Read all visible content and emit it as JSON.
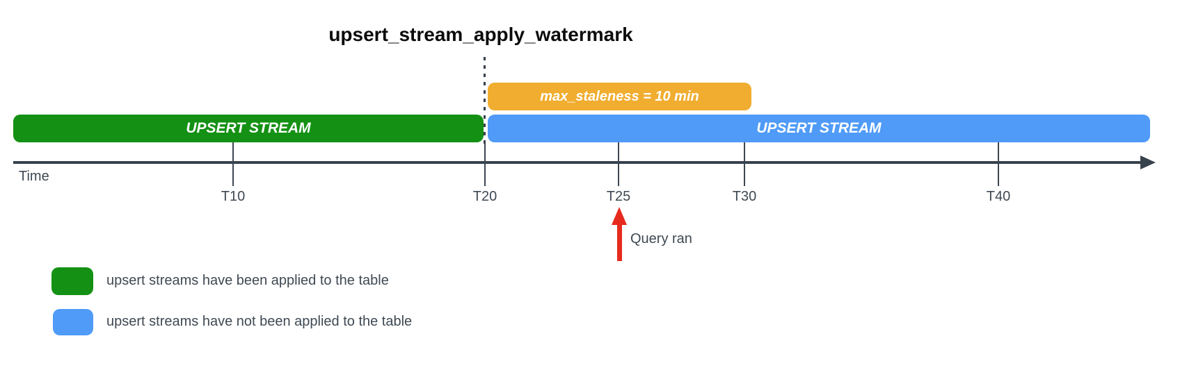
{
  "title": "upsert_stream_apply_watermark",
  "bars": {
    "applied": {
      "label": "UPSERT STREAM",
      "color": "#149114"
    },
    "not_applied": {
      "label": "UPSERT STREAM",
      "color": "#4f9bf7"
    },
    "staleness": {
      "label": "max_staleness = 10 min",
      "color": "#f0ad2f"
    }
  },
  "timeline": {
    "axis_label": "Time",
    "axis_color": "#38424c",
    "ticks": [
      {
        "label": "T10"
      },
      {
        "label": "T20"
      },
      {
        "label": "T25"
      },
      {
        "label": "T30"
      },
      {
        "label": "T40"
      }
    ]
  },
  "annotation": {
    "label": "Query ran",
    "arrow_color": "#e62b1e",
    "at_tick": "T25"
  },
  "legend": {
    "items": [
      {
        "swatch_color": "#149114",
        "label": "upsert streams have been applied to the table"
      },
      {
        "swatch_color": "#4f9bf7",
        "label": "upsert streams have not been applied to the table"
      }
    ]
  }
}
